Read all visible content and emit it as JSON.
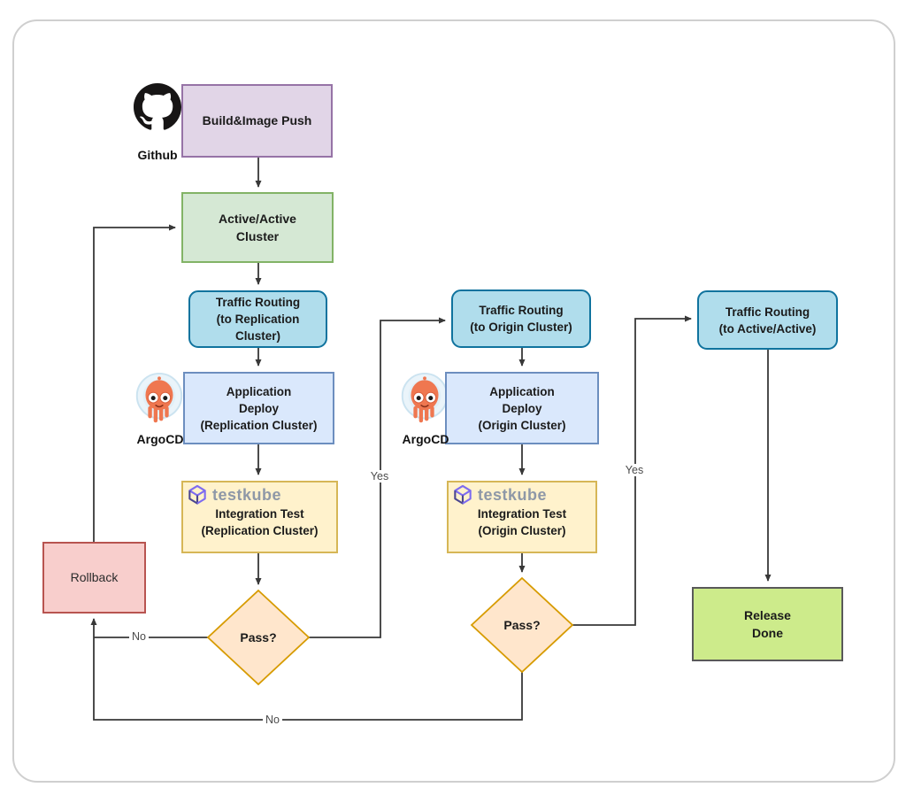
{
  "colors": {
    "purple_fill": "#E1D5E7",
    "purple_stroke": "#9673A6",
    "green_fill": "#D5E8D4",
    "green_stroke": "#82B366",
    "cyan_fill": "#B0DDEC",
    "cyan_stroke": "#10739E",
    "blue_fill": "#DAE8FC",
    "blue_stroke": "#6C8EBF",
    "yellow_fill": "#FFF2CC",
    "yellow_stroke": "#D6B656",
    "orange_fill": "#FFE6CC",
    "orange_stroke": "#D79B00",
    "red_fill": "#F8CECC",
    "red_stroke": "#B85450",
    "lime_fill": "#CDEB8B",
    "lime_stroke": "#595959",
    "line": "#383838",
    "testkube_purple": "#7d6bf0",
    "argocd_orange": "#EF7750",
    "github_black": "#171515"
  },
  "icons": {
    "github": "github-octocat-icon",
    "argocd": "argocd-octopus-icon",
    "testkube": "testkube-cube-icon"
  },
  "nodes": {
    "github": {
      "label": "Github"
    },
    "build_push": {
      "label": "Build&Image Push"
    },
    "active_cluster": {
      "lines": [
        "Active/Active",
        "Cluster"
      ]
    },
    "traffic_replication": {
      "lines": [
        "Traffic Routing",
        "(to Replication",
        "Cluster)"
      ]
    },
    "argocd1": {
      "label": "ArgoCD"
    },
    "deploy_replication": {
      "lines": [
        "Application",
        "Deploy",
        "(Replication Cluster)"
      ]
    },
    "testkube1": {
      "logo": "testkube",
      "lines": [
        "Integration Test",
        "(Replication Cluster)"
      ]
    },
    "pass1": {
      "label": "Pass?"
    },
    "rollback": {
      "label": "Rollback"
    },
    "traffic_origin": {
      "lines": [
        "Traffic Routing",
        "(to Origin Cluster)"
      ]
    },
    "argocd2": {
      "label": "ArgoCD"
    },
    "deploy_origin": {
      "lines": [
        "Application",
        "Deploy",
        "(Origin Cluster)"
      ]
    },
    "testkube2": {
      "logo": "testkube",
      "lines": [
        "Integration Test",
        "(Origin Cluster)"
      ]
    },
    "pass2": {
      "label": "Pass?"
    },
    "traffic_active": {
      "lines": [
        "Traffic Routing",
        "(to Active/Active)"
      ]
    },
    "release_done": {
      "lines": [
        "Release",
        "Done"
      ]
    }
  },
  "edge_labels": {
    "yes1": "Yes",
    "no1": "No",
    "yes2": "Yes",
    "no2": "No"
  }
}
